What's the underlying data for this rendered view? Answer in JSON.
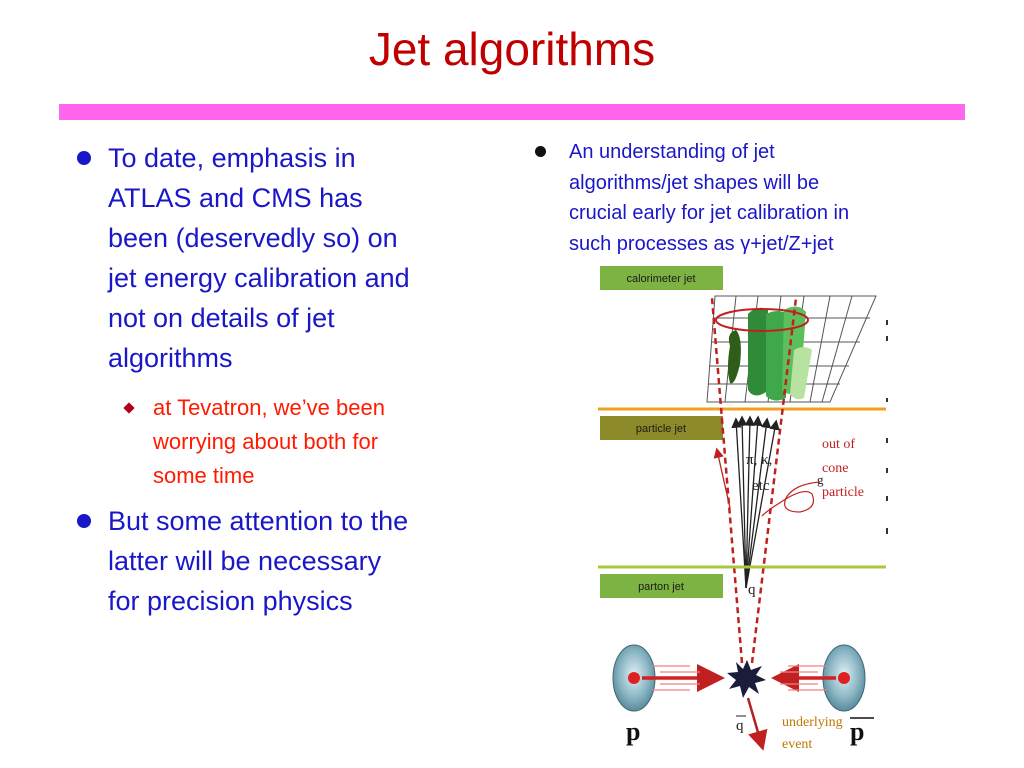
{
  "slide": {
    "title": "Jet algorithms",
    "left_bullets": [
      "To date, emphasis in ATLAS and CMS has been (deservedly so) on jet energy calibration and not on details of jet algorithms",
      "But some attention to the latter will be necessary for precision physics"
    ],
    "left_bullet_lines": [
      [
        "To date, emphasis in",
        "ATLAS and CMS has",
        "been (deservedly so) on",
        "jet energy calibration and",
        "not on details of jet",
        "algorithms"
      ],
      [
        "But some attention to the",
        "latter will be necessary",
        "for precision physics"
      ]
    ],
    "sub_bullet_lines": [
      "at Tevatron, we’ve been",
      "worrying about both for",
      "some time"
    ],
    "right_bullet_lines": [
      "An understanding of jet",
      "algorithms/jet shapes will be",
      "crucial early for jet calibration in",
      "such processes as γ+jet/Z+jet"
    ]
  },
  "figure": {
    "labels": {
      "calorimeter_jet": "calorimeter jet",
      "particle_jet": "particle jet",
      "parton_jet": "parton jet",
      "hadrons": "π, κ,",
      "etc": "etc",
      "out_of": "out of",
      "cone": "cone",
      "particle": "particle",
      "g": "g",
      "q": "q",
      "qbar": "q",
      "underlying": "underlying",
      "event": "event",
      "proton_left": "p",
      "proton_right": "p"
    },
    "colors": {
      "label_box": "#7cb342",
      "label_box_dark": "#8d8a2a",
      "line_orange": "#f0a020",
      "line_green": "#a8c83a",
      "red": "#d32020",
      "arrow": "#b52020"
    }
  }
}
